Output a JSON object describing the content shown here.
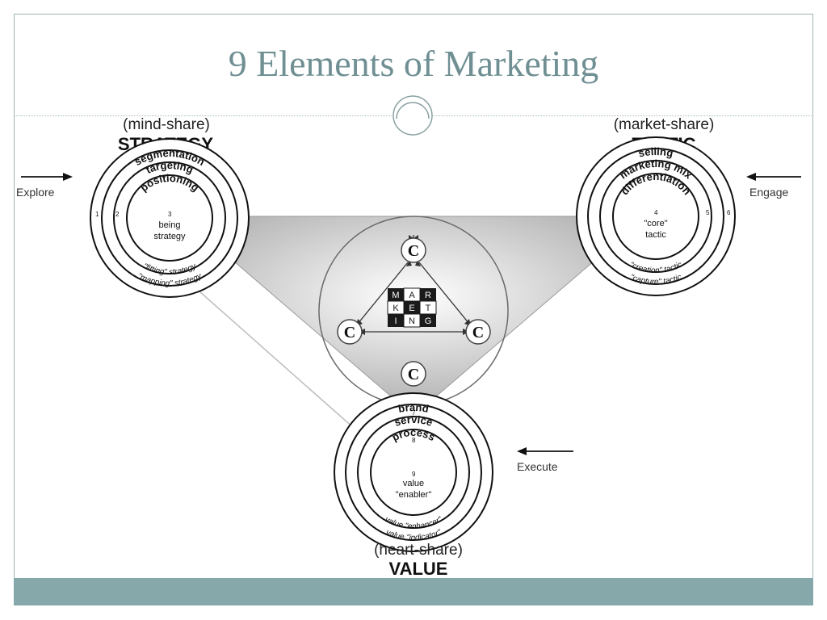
{
  "slide": {
    "title": "9 Elements of Marketing"
  },
  "diagram": {
    "strategy": {
      "share": "(mind-share)",
      "heading": "STRATEGY",
      "side_word": "Explore",
      "rings": [
        "segmentation",
        "targeting",
        "positioning"
      ],
      "core": [
        "being",
        "strategy"
      ],
      "outer": [
        "\"fitting\" strategy",
        "\"mapping\" strategy"
      ],
      "numbers": [
        "1",
        "2",
        "3"
      ]
    },
    "tactic": {
      "share": "(market-share)",
      "heading": "TACTIC",
      "side_word": "Engage",
      "rings": [
        "selling",
        "marketing mix",
        "differentiation"
      ],
      "core": [
        "\"core\"",
        "tactic"
      ],
      "outer": [
        "\"creation\" tactic",
        "\"capture\" tactic"
      ],
      "numbers": [
        "4",
        "5",
        "6"
      ]
    },
    "value": {
      "share": "(heart-share)",
      "heading": "VALUE",
      "side_word": "Execute",
      "rings": [
        "brand",
        "service",
        "process"
      ],
      "core": [
        "value",
        "\"enabler\""
      ],
      "outer": [
        "value \"enhancer\"",
        "value \"indicator\""
      ],
      "numbers": [
        "7",
        "8",
        "9"
      ]
    },
    "center": {
      "c_letter": "C",
      "tiles": [
        "M",
        "A",
        "R",
        "K",
        "E",
        "T",
        "I",
        "N",
        "G"
      ]
    }
  }
}
